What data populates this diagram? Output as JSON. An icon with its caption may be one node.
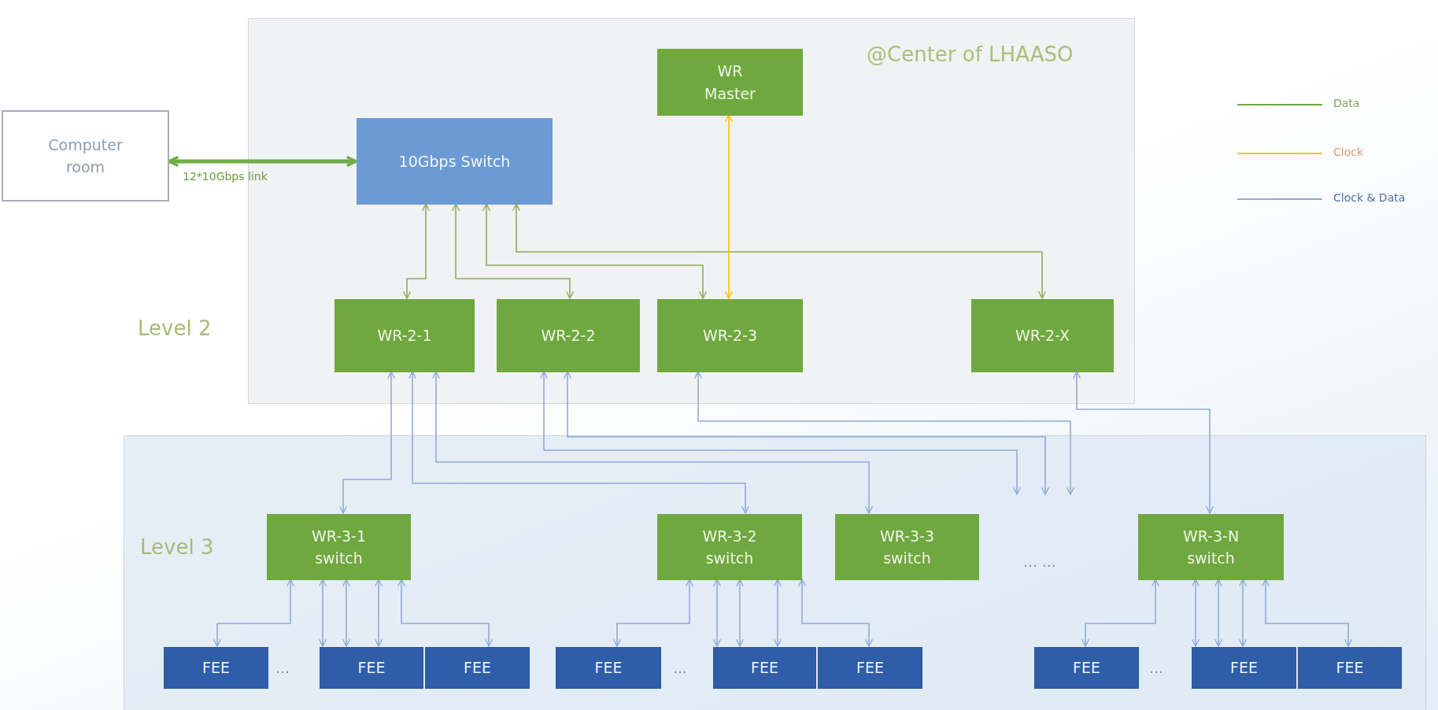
{
  "diagram": {
    "nodes": [
      {
        "text": [
          "@Center of LHAASO"
        ]
      },
      {
        "text": [
          "Computer room"
        ]
      },
      {
        "text": [
          "WR Master"
        ],
        "in": 0
      },
      {
        "text": [
          "10Gbps Switch"
        ],
        "in": 0
      },
      {
        "text": [
          "WR-2-1"
        ],
        "in": 0
      },
      {
        "text": [
          "WR-2-2"
        ],
        "in": 0
      },
      {
        "text": [
          "WR-2-3"
        ],
        "in": 0
      },
      {
        "text": [
          "WR-2-X"
        ],
        "in": 0
      },
      {
        "text": [
          "Level 3"
        ]
      },
      {
        "text": [
          "WR-3-1 switch"
        ],
        "in": 8
      },
      {
        "text": [
          "WR-3-2 switch"
        ],
        "in": 8
      },
      {
        "text": [
          "WR-3-3 switch"
        ],
        "in": 8
      },
      {
        "text": [
          "WR-3-N switch"
        ],
        "in": 8
      },
      {
        "text": [
          "FEE"
        ],
        "in": 8
      },
      {
        "text": [
          "FEE"
        ],
        "in": 8
      },
      {
        "text": [
          "FEE"
        ],
        "in": 8
      },
      {
        "text": [
          "FEE"
        ],
        "in": 8
      },
      {
        "text": [
          "FEE"
        ],
        "in": 8
      },
      {
        "text": [
          "FEE"
        ],
        "in": 8
      },
      {
        "text": [
          "FEE"
        ],
        "in": 8
      },
      {
        "text": [
          "FEE"
        ],
        "in": 8
      },
      {
        "text": [
          "FEE"
        ],
        "in": 8
      }
    ],
    "edges": [
      {
        "from": 1,
        "to": 3,
        "arrow": "both",
        "label": "12*10Gbps link",
        "style": "thick",
        "color": "#70ad47"
      },
      {
        "from": 3,
        "to": 4,
        "arrow": "both",
        "color": "#8aae5c"
      },
      {
        "from": 3,
        "to": 5,
        "arrow": "both",
        "color": "#8aae5c"
      },
      {
        "from": 3,
        "to": 6,
        "arrow": "both",
        "color": "#8aae5c"
      },
      {
        "from": 3,
        "to": 7,
        "arrow": "both",
        "color": "#8aae5c"
      },
      {
        "from": 2,
        "to": 6,
        "arrow": "both",
        "color": "#ffc000"
      },
      {
        "from": 4,
        "to": 9,
        "arrow": "both"
      },
      {
        "from": 4,
        "to": 10,
        "arrow": "both"
      },
      {
        "from": 4,
        "to": 11,
        "arrow": "both"
      },
      {
        "from": 5,
        "to": null,
        "arrow": "both"
      },
      {
        "from": 5,
        "to": null,
        "arrow": "both"
      },
      {
        "from": 6,
        "to": null,
        "arrow": "both"
      },
      {
        "from": 7,
        "to": 12,
        "arrow": "both"
      },
      {
        "from": 9,
        "to": 13,
        "arrow": "both"
      },
      {
        "from": 9,
        "to": 14,
        "arrow": "both"
      },
      {
        "from": 9,
        "to": 14,
        "arrow": "both"
      },
      {
        "from": 9,
        "to": 14,
        "arrow": "both"
      },
      {
        "from": 9,
        "to": 15,
        "arrow": "both"
      },
      {
        "from": 10,
        "to": 16,
        "arrow": "both"
      },
      {
        "from": 10,
        "to": 17,
        "arrow": "both"
      },
      {
        "from": 10,
        "to": 17,
        "arrow": "both"
      },
      {
        "from": 10,
        "to": 17,
        "arrow": "both"
      },
      {
        "from": 10,
        "to": 18,
        "arrow": "both"
      },
      {
        "from": 12,
        "to": 19,
        "arrow": "both"
      },
      {
        "from": 12,
        "to": 20,
        "arrow": "both"
      },
      {
        "from": 12,
        "to": 20,
        "arrow": "both"
      },
      {
        "from": 12,
        "to": 20,
        "arrow": "both"
      },
      {
        "from": 12,
        "to": 21,
        "arrow": "both"
      }
    ],
    "labels": [
      "Level 2",
      "… …",
      "…",
      "…",
      "…"
    ],
    "legend": [
      {
        "text": "Data"
      },
      {
        "text": "Clock"
      },
      {
        "text": "Clock & Data"
      }
    ]
  }
}
